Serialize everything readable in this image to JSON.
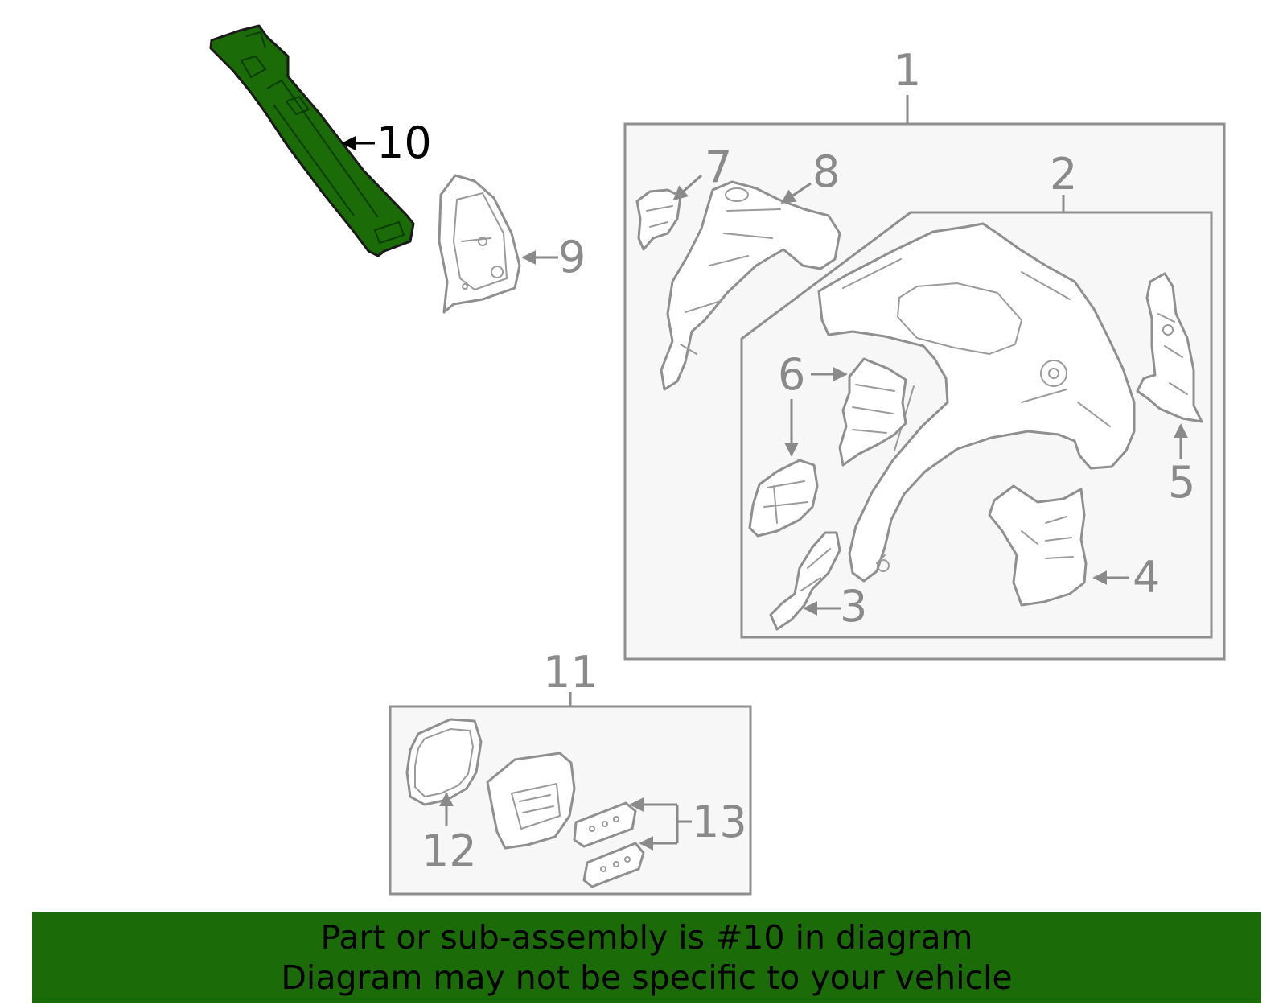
{
  "colors": {
    "highlight": "#1b6b08",
    "line": "#8f8f8f",
    "box_fill": "#f7f7f7",
    "banner_bg": "#1b6b08"
  },
  "highlighted_part": "10",
  "callouts": {
    "c1": "1",
    "c2": "2",
    "c3": "3",
    "c4": "4",
    "c5": "5",
    "c6": "6",
    "c7": "7",
    "c8": "8",
    "c9": "9",
    "c10": "10",
    "c11": "11",
    "c12": "12",
    "c13": "13"
  },
  "banner": {
    "line1": "Part or sub-assembly is #10 in diagram",
    "line2": "Diagram may not be specific to your vehicle"
  }
}
